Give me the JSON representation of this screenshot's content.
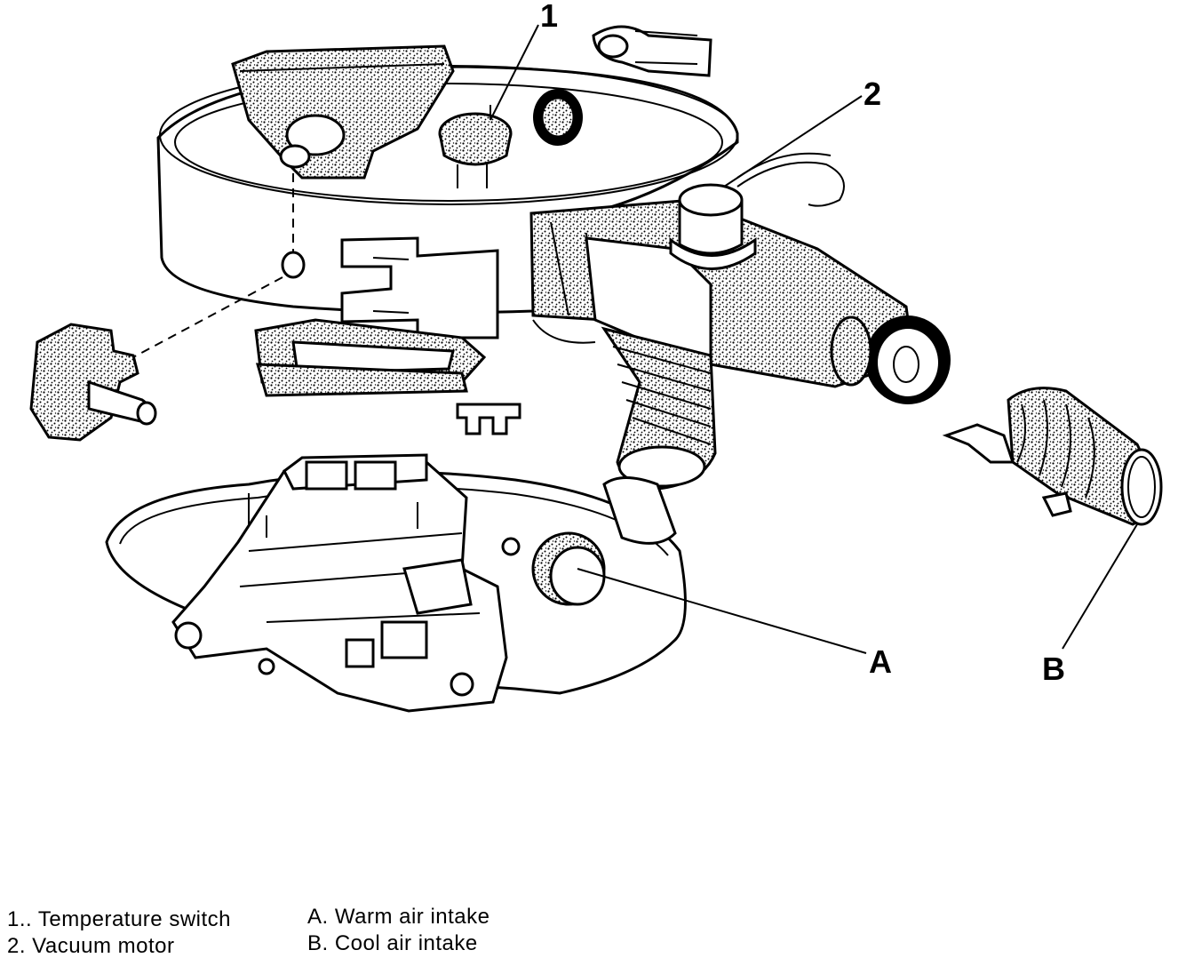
{
  "callouts": {
    "one": "1",
    "two": "2",
    "a": "A",
    "b": "B"
  },
  "legend": {
    "item1": "1.. Temperature switch",
    "item2": "2. Vacuum motor",
    "itemA": "A. Warm air intake",
    "itemB": "B. Cool air intake"
  }
}
